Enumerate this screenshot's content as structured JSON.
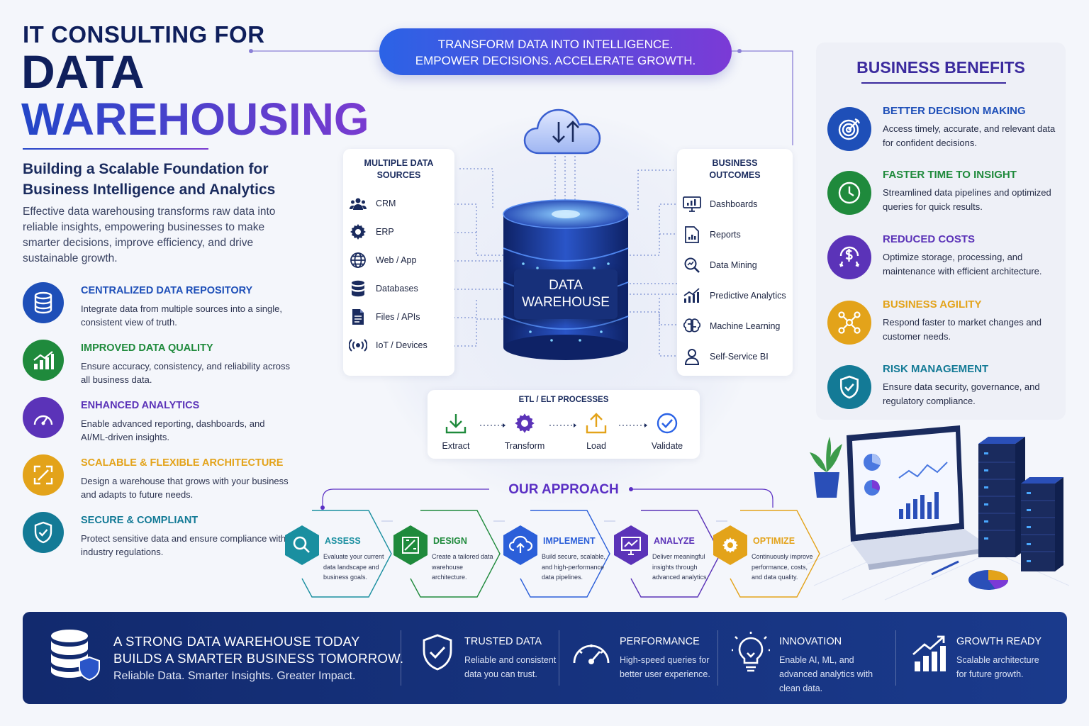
{
  "hero": {
    "kicker": "IT CONSULTING FOR",
    "line1": "DATA",
    "line2": "WAREHOUSING",
    "subtitle": "Building a Scalable Foundation for Business Intelligence and Analytics",
    "description": "Effective data warehousing transforms raw data into reliable insights, empowering businesses to make smarter decisions, improve efficiency, and drive sustainable growth."
  },
  "features": [
    {
      "title": "CENTRALIZED DATA REPOSITORY",
      "desc": "Integrate data from multiple sources into a single, consistent view of truth.",
      "color": "#1e4fb8",
      "icon": "database-icon"
    },
    {
      "title": "IMPROVED DATA QUALITY",
      "desc": "Ensure accuracy, consistency, and reliability across all business data.",
      "color": "#1f8a3c",
      "icon": "chart-up-icon"
    },
    {
      "title": "ENHANCED ANALYTICS",
      "desc": "Enable advanced reporting, dashboards, and AI/ML-driven insights.",
      "color": "#5b33b8",
      "icon": "gauge-icon"
    },
    {
      "title": "SCALABLE & FLEXIBLE ARCHITECTURE",
      "desc": "Design a warehouse that grows with your business and adapts to future needs.",
      "color": "#e3a31a",
      "icon": "expand-icon"
    },
    {
      "title": "SECURE & COMPLIANT",
      "desc": "Protect sensitive data and ensure compliance with industry regulations.",
      "color": "#137a96",
      "icon": "shield-icon"
    }
  ],
  "banner": {
    "line1": "TRANSFORM DATA INTO INTELLIGENCE.",
    "line2": "EMPOWER DECISIONS. ACCELERATE GROWTH."
  },
  "sources": {
    "title": "MULTIPLE DATA SOURCES",
    "items": [
      {
        "label": "CRM",
        "icon": "users-icon"
      },
      {
        "label": "ERP",
        "icon": "gear-icon"
      },
      {
        "label": "Web / App",
        "icon": "globe-icon"
      },
      {
        "label": "Databases",
        "icon": "database-icon"
      },
      {
        "label": "Files / APIs",
        "icon": "file-icon"
      },
      {
        "label": "IoT / Devices",
        "icon": "signal-icon"
      }
    ]
  },
  "warehouse": {
    "label_line1": "DATA",
    "label_line2": "WAREHOUSE"
  },
  "outcomes": {
    "title": "BUSINESS OUTCOMES",
    "items": [
      {
        "label": "Dashboards",
        "icon": "monitor-icon"
      },
      {
        "label": "Reports",
        "icon": "report-icon"
      },
      {
        "label": "Data Mining",
        "icon": "magnifier-icon"
      },
      {
        "label": "Predictive Analytics",
        "icon": "trend-icon"
      },
      {
        "label": "Machine Learning",
        "icon": "brain-icon"
      },
      {
        "label": "Self-Service BI",
        "icon": "person-icon"
      }
    ]
  },
  "etl": {
    "title": "ETL / ELT PROCESSES",
    "steps": [
      {
        "label": "Extract",
        "icon": "download-icon",
        "color": "#1f8a3c"
      },
      {
        "label": "Transform",
        "icon": "gear-icon",
        "color": "#5b33b8"
      },
      {
        "label": "Load",
        "icon": "upload-icon",
        "color": "#e3a31a"
      },
      {
        "label": "Validate",
        "icon": "check-circle-icon",
        "color": "#2b63e6"
      }
    ]
  },
  "benefits": {
    "title": "BUSINESS BENEFITS",
    "items": [
      {
        "title": "BETTER DECISION MAKING",
        "desc": "Access timely, accurate, and relevant data for confident decisions.",
        "color": "#1e4fb8",
        "icon": "target-icon"
      },
      {
        "title": "FASTER TIME TO INSIGHT",
        "desc": "Streamlined data pipelines and optimized queries for quick results.",
        "color": "#1f8a3c",
        "icon": "clock-icon"
      },
      {
        "title": "REDUCED COSTS",
        "desc": "Optimize storage, processing, and maintenance with efficient architecture.",
        "color": "#5b33b8",
        "icon": "dollar-icon"
      },
      {
        "title": "BUSINESS AGILITY",
        "desc": "Respond faster to market changes and customer needs.",
        "color": "#e3a31a",
        "icon": "network-icon"
      },
      {
        "title": "RISK MANAGEMENT",
        "desc": "Ensure data security, governance, and regulatory compliance.",
        "color": "#137a96",
        "icon": "shield-icon"
      }
    ]
  },
  "approach": {
    "title": "OUR APPROACH",
    "steps": [
      {
        "title": "ASSESS",
        "desc": "Evaluate your current data landscape and business goals.",
        "color": "#1a8fa0",
        "icon": "search-icon"
      },
      {
        "title": "DESIGN",
        "desc": "Create a tailored data warehouse architecture.",
        "color": "#1f8a3c",
        "icon": "blueprint-icon"
      },
      {
        "title": "IMPLEMENT",
        "desc": "Build secure, scalable, and high-performance data pipelines.",
        "color": "#2b5fd9",
        "icon": "cloud-upload-icon"
      },
      {
        "title": "ANALYZE",
        "desc": "Deliver meaningful insights through advanced analytics.",
        "color": "#5b33b8",
        "icon": "analytics-icon"
      },
      {
        "title": "OPTIMIZE",
        "desc": "Continuously improve performance, costs, and data quality.",
        "color": "#e3a31a",
        "icon": "gear-icon"
      }
    ]
  },
  "bottom": {
    "headline_line1": "A STRONG DATA WAREHOUSE TODAY",
    "headline_line2": "BUILDS A SMARTER BUSINESS TOMORROW.",
    "tagline": "Reliable Data. Smarter Insights. Greater Impact.",
    "columns": [
      {
        "title": "TRUSTED DATA",
        "desc": "Reliable and consistent data you can trust.",
        "icon": "shield-check-icon"
      },
      {
        "title": "PERFORMANCE",
        "desc": "High-speed queries for better user experience.",
        "icon": "speedometer-icon"
      },
      {
        "title": "INNOVATION",
        "desc": "Enable AI, ML, and advanced analytics with clean data.",
        "icon": "lightbulb-icon"
      },
      {
        "title": "GROWTH READY",
        "desc": "Scalable architecture for future growth.",
        "icon": "growth-chart-icon"
      }
    ]
  }
}
